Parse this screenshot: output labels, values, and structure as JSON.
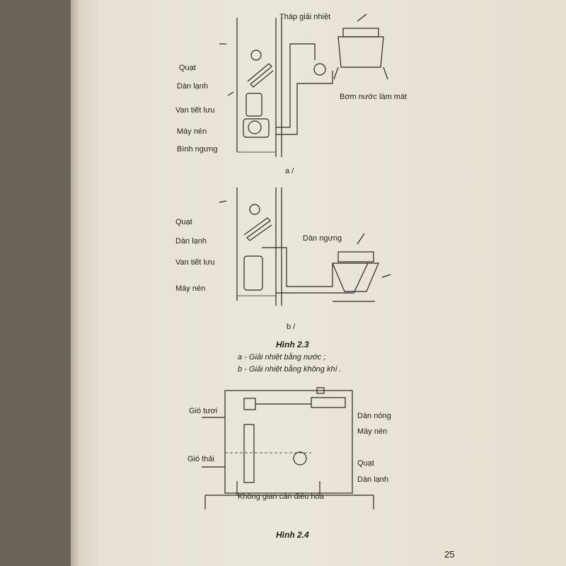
{
  "figure_2_3": {
    "panel_a": {
      "labels": {
        "cooling_tower": "Tháp giải nhiệt",
        "fan": "Quạt",
        "evaporator": "Dàn lạnh",
        "expansion_valve": "Van tiết lưu",
        "compressor": "Máy nén",
        "condenser": "Bình ngưng",
        "cooling_pump": "Bơm nước làm mát"
      },
      "sublabel": "a /"
    },
    "panel_b": {
      "labels": {
        "fan": "Quạt",
        "evaporator": "Dàn lạnh",
        "expansion_valve": "Van tiết lưu",
        "compressor": "Máy nén",
        "condenser_coil": "Dàn ngưng"
      },
      "sublabel": "b /"
    },
    "caption": "Hình 2.3",
    "notes": [
      "a - Giải nhiệt bằng nước ;",
      "b - Giải nhiệt bằng không khí ."
    ]
  },
  "figure_2_4": {
    "labels": {
      "fresh_air": "Gió tươi",
      "exhaust_air": "Gió thải",
      "hot_coil": "Dàn nóng",
      "compressor": "Máy nén",
      "fan": "Quạt",
      "cold_coil": "Dàn lạnh",
      "conditioned_space": "Không gian cần điều hòa"
    },
    "caption": "Hình 2.4"
  },
  "page_number": "25"
}
